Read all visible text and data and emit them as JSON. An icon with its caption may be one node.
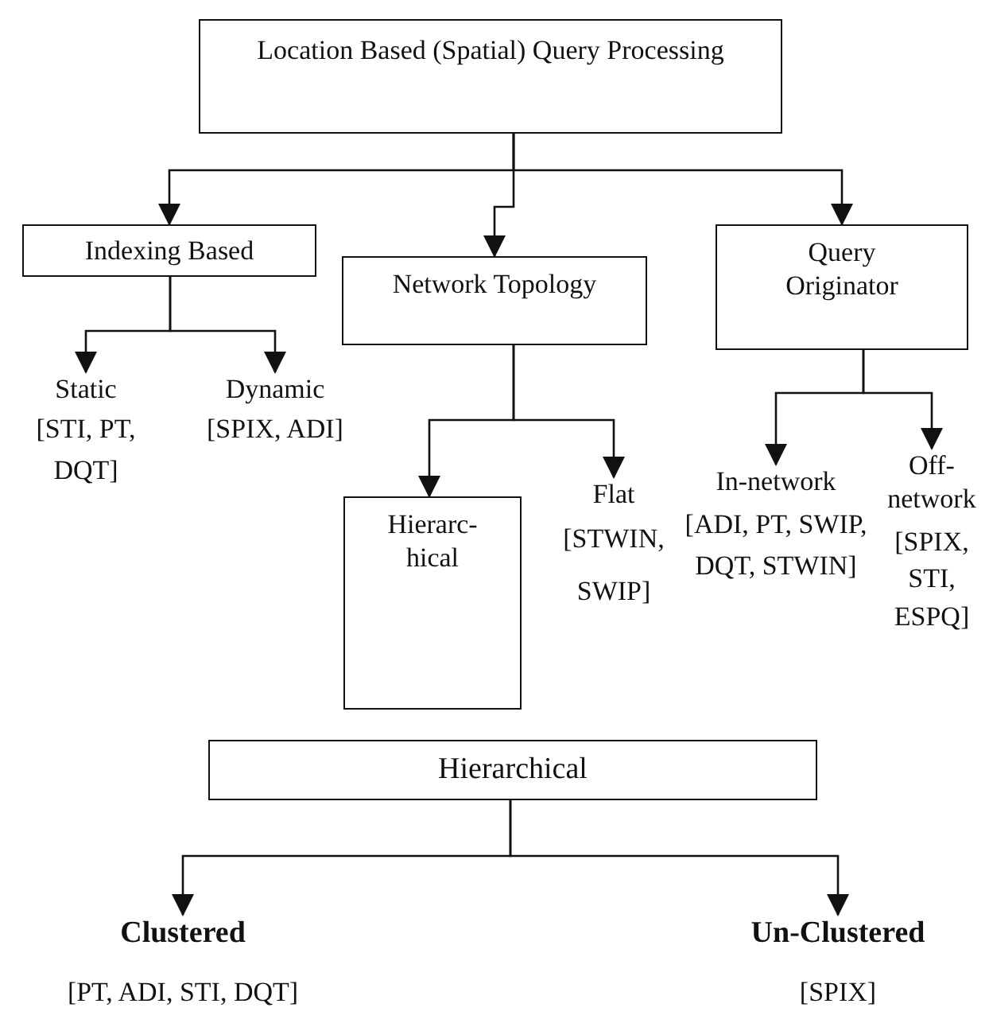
{
  "diagram": {
    "nodes": [
      {
        "text": [
          "Location Based (Spatial) Query Processing"
        ]
      },
      {
        "text": [
          "Indexing Based"
        ]
      },
      {
        "text": [
          "Network Topology"
        ]
      },
      {
        "text": [
          "Query Originator"
        ]
      },
      {
        "text": [
          "Static",
          "[STI, PT, DQT]"
        ]
      },
      {
        "text": [
          "Dynamic",
          "[SPIX, ADI]"
        ]
      },
      {
        "text": [
          "Hierarc- hical"
        ]
      },
      {
        "text": [
          "Flat",
          "[STWIN, SWIP]"
        ]
      },
      {
        "text": [
          "In-network",
          "[ADI, PT, SWIP, DQT, STWIN]"
        ]
      },
      {
        "text": [
          "Off- network",
          "[SPIX, STI, ESPQ]"
        ]
      },
      {
        "text": [
          "Hierarchical"
        ]
      },
      {
        "text": [
          "Clustered",
          "[PT, ADI, STI, DQT]"
        ]
      },
      {
        "text": [
          "Un-Clustered",
          "[SPIX]"
        ]
      }
    ],
    "edges": [
      {
        "from": 0,
        "to": 1,
        "arrow": "to"
      },
      {
        "from": 0,
        "to": 2,
        "arrow": "to"
      },
      {
        "from": 0,
        "to": 3,
        "arrow": "to"
      },
      {
        "from": 1,
        "to": 4,
        "arrow": "to"
      },
      {
        "from": 1,
        "to": 5,
        "arrow": "to"
      },
      {
        "from": 2,
        "to": 6,
        "arrow": "to"
      },
      {
        "from": 2,
        "to": 7,
        "arrow": "to"
      },
      {
        "from": 3,
        "to": 8,
        "arrow": "to"
      },
      {
        "from": 3,
        "to": 9,
        "arrow": "to"
      },
      {
        "from": 10,
        "to": 11,
        "arrow": "to"
      },
      {
        "from": 10,
        "to": 12,
        "arrow": "to"
      }
    ]
  }
}
